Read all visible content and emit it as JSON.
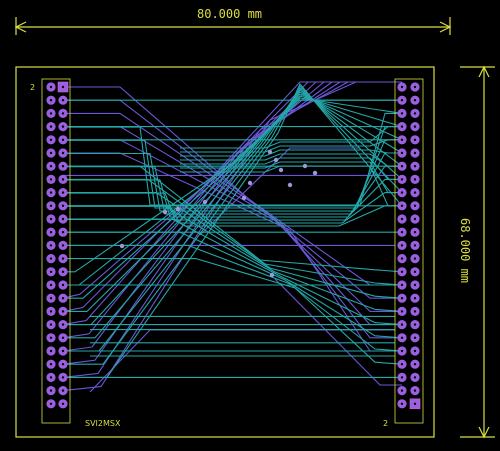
{
  "board": {
    "width_label": "80.000 mm",
    "height_label": "68.000 mm",
    "name": "SVI2MSX",
    "pin_label_left": "2",
    "pin_label_right": "2"
  },
  "colors": {
    "background": "#000000",
    "edge_cuts": "#d9df40",
    "silkscreen": "#d9df40",
    "track_front": "#23a7a8",
    "track_back": "#6a57d6",
    "pad": "#9b5fe0",
    "pad_outline": "#d05adf",
    "via": "#9a9ad8"
  },
  "connectors": [
    {
      "name": "left-connector",
      "rows": 25,
      "cols": 2
    },
    {
      "name": "right-connector",
      "rows": 25,
      "cols": 2
    }
  ]
}
